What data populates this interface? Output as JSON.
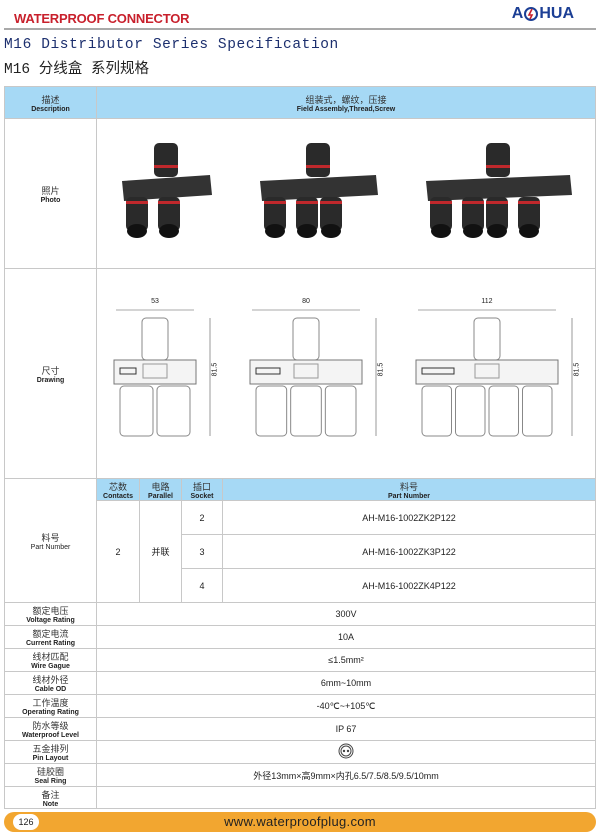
{
  "header": {
    "category": "WATERPROOF CONNECTOR",
    "logo": "AOHUA"
  },
  "title_en": "M16 Distributor Series Specification",
  "title_zh": "M16  分线盒  系列规格",
  "table": {
    "description": {
      "label_zh": "描述",
      "label_en": "Description",
      "value_zh": "组装式，螺纹，压接",
      "value_en": "Field Assembly,Thread,Screw"
    },
    "photo": {
      "label_zh": "照片",
      "label_en": "Photo"
    },
    "drawing": {
      "label_zh": "尺寸",
      "label_en": "Drawing",
      "items": [
        {
          "width": "53",
          "height": "81.5",
          "sockets": 2
        },
        {
          "width": "80",
          "height": "81.5",
          "sockets": 3
        },
        {
          "width": "112",
          "height": "81.5",
          "sockets": 4
        }
      ]
    },
    "part_number": {
      "label_zh": "料号",
      "label_en": "Part Number",
      "columns": [
        {
          "zh": "芯数",
          "en": "Contacts"
        },
        {
          "zh": "电路",
          "en": "Parallel"
        },
        {
          "zh": "插口",
          "en": "Socket"
        },
        {
          "zh": "料号",
          "en": "Part Number"
        }
      ],
      "contacts": "2",
      "parallel": "并联",
      "rows": [
        {
          "socket": "2",
          "pn": "AH-M16-1002ZK2P122"
        },
        {
          "socket": "3",
          "pn": "AH-M16-1002ZK3P122"
        },
        {
          "socket": "4",
          "pn": "AH-M16-1002ZK4P122"
        }
      ]
    },
    "specs": [
      {
        "zh": "额定电压",
        "en": "Voltage Rating",
        "value": "300V"
      },
      {
        "zh": "额定电流",
        "en": "Current Rating",
        "value": "10A"
      },
      {
        "zh": "线材匹配",
        "en": "Wire Gague",
        "value": "≤1.5mm²"
      },
      {
        "zh": "线材外径",
        "en": "Cable OD",
        "value": "6mm~10mm"
      },
      {
        "zh": "工作温度",
        "en": "Operating Rating",
        "value": "-40℃~+105℃"
      },
      {
        "zh": "防水等级",
        "en": "Waterproof Level",
        "value": "IP 67"
      },
      {
        "zh": "五金排列",
        "en": "Pin Layout",
        "value": ""
      },
      {
        "zh": "硅胶圈",
        "en": "Seal Ring",
        "value": "外径13mm×高9mm×内孔6.5/7.5/8.5/9.5/10mm"
      },
      {
        "zh": "备注",
        "en": "Note",
        "value": ""
      }
    ]
  },
  "footer": {
    "page": "126",
    "url": "www.waterproofplug.com"
  },
  "colors": {
    "header_red": "#c8202c",
    "table_blue": "#a6d9f5",
    "footer_orange": "#f2a630"
  }
}
